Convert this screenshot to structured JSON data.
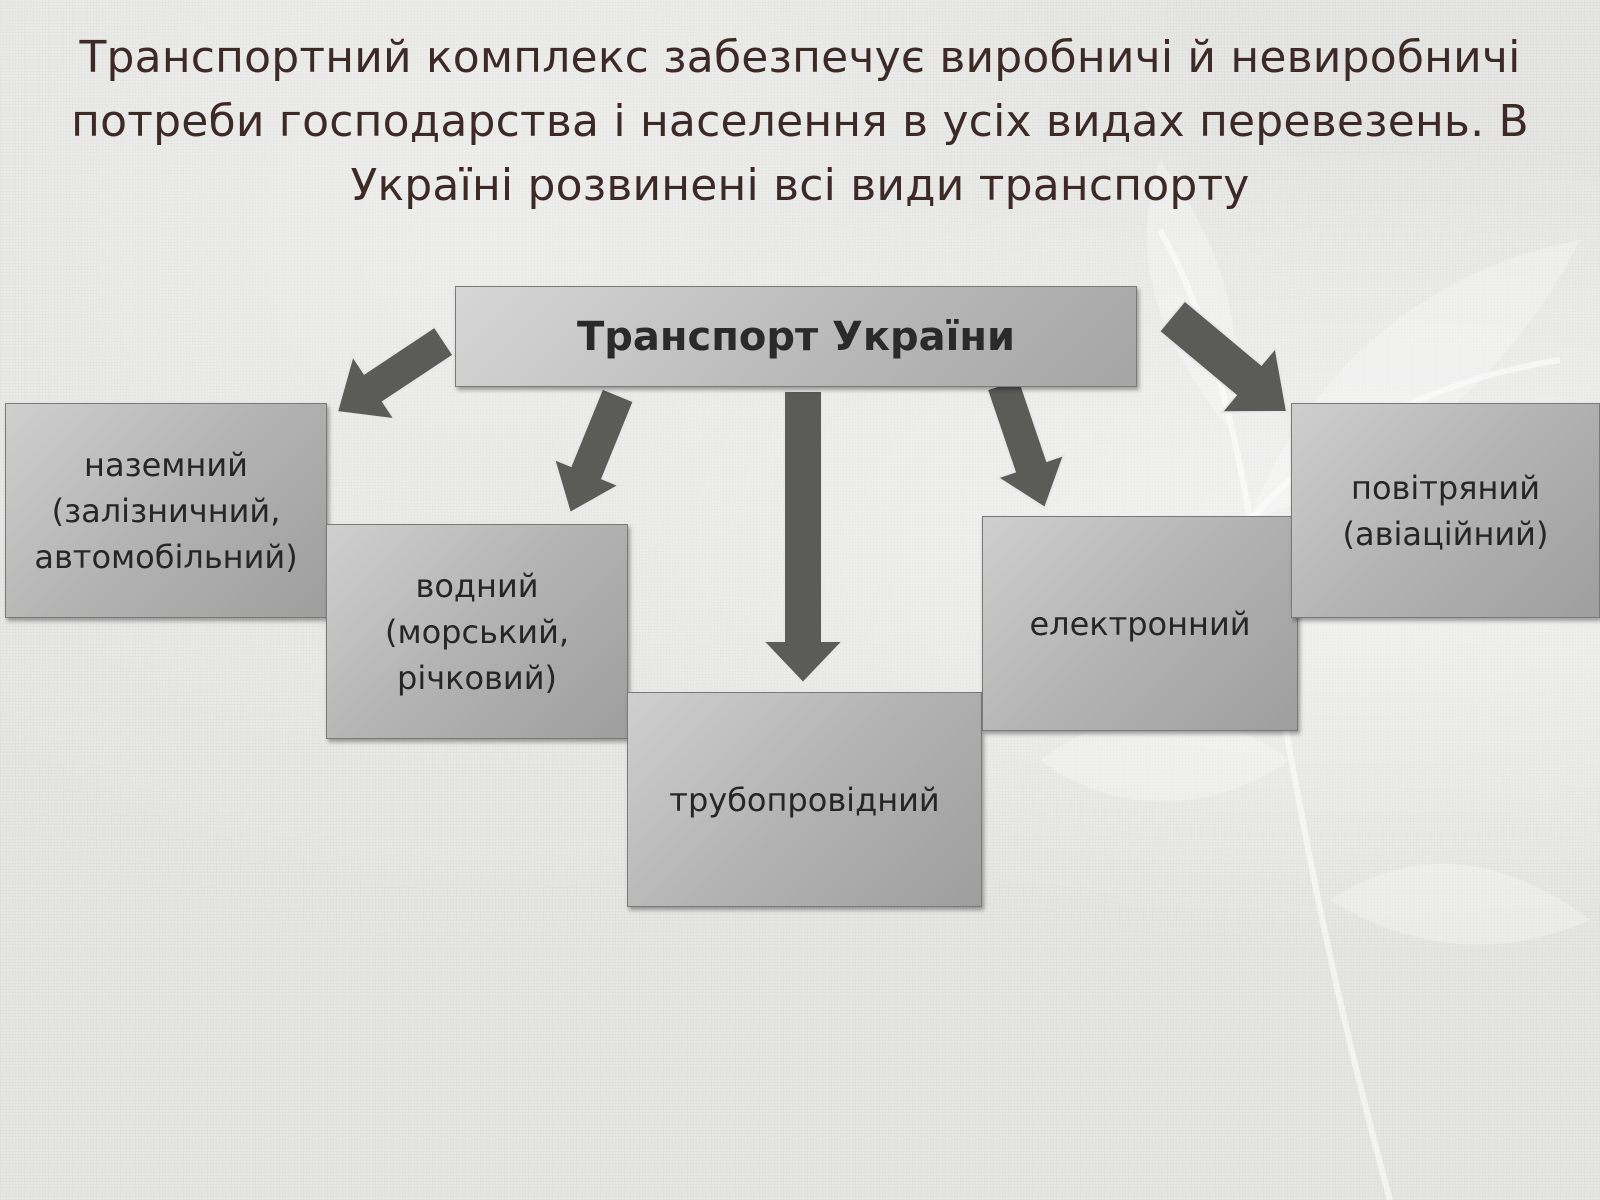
{
  "title": "Транспортний комплекс забезпечує виробничі й невиробничі потреби господарства і населення в усіх видах перевезень. В Україні розвинені всі види транспорту",
  "root": {
    "label": "Транспорт України"
  },
  "nodes": {
    "land": "наземний (залізничний, автомобільний)",
    "water": "водний (морський, річковий)",
    "pipeline": "трубопровідний",
    "electronic": "електронний",
    "air": "повітряний (авіаційний)"
  },
  "colors": {
    "title_text": "#3d2a26",
    "arrow_fill": "#5b5b58",
    "arrow_stroke": "#e8e8e8",
    "box_light": "#cfcfcf",
    "box_dark": "#9e9e9e"
  }
}
